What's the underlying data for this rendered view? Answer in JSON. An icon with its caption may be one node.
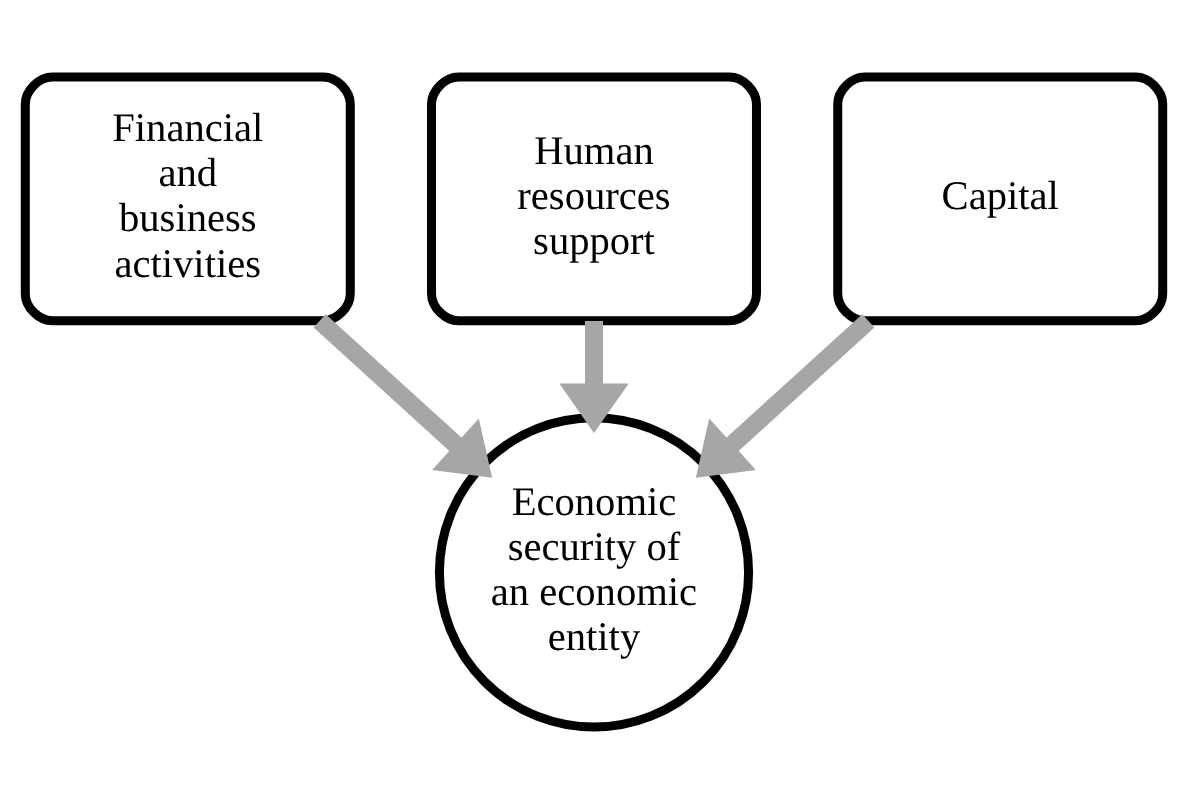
{
  "diagram": {
    "nodes": [
      {
        "text": [
          "Financial and business activities"
        ]
      },
      {
        "text": [
          "Human resources support"
        ]
      },
      {
        "text": [
          "Capital"
        ]
      },
      {
        "text": [
          "Economic security of an economic entity"
        ]
      }
    ],
    "edges": [
      {
        "from": 0,
        "to": 3,
        "arrow": "to"
      },
      {
        "from": 1,
        "to": 3,
        "arrow": "to"
      },
      {
        "from": 2,
        "to": 3,
        "arrow": "to"
      }
    ]
  }
}
